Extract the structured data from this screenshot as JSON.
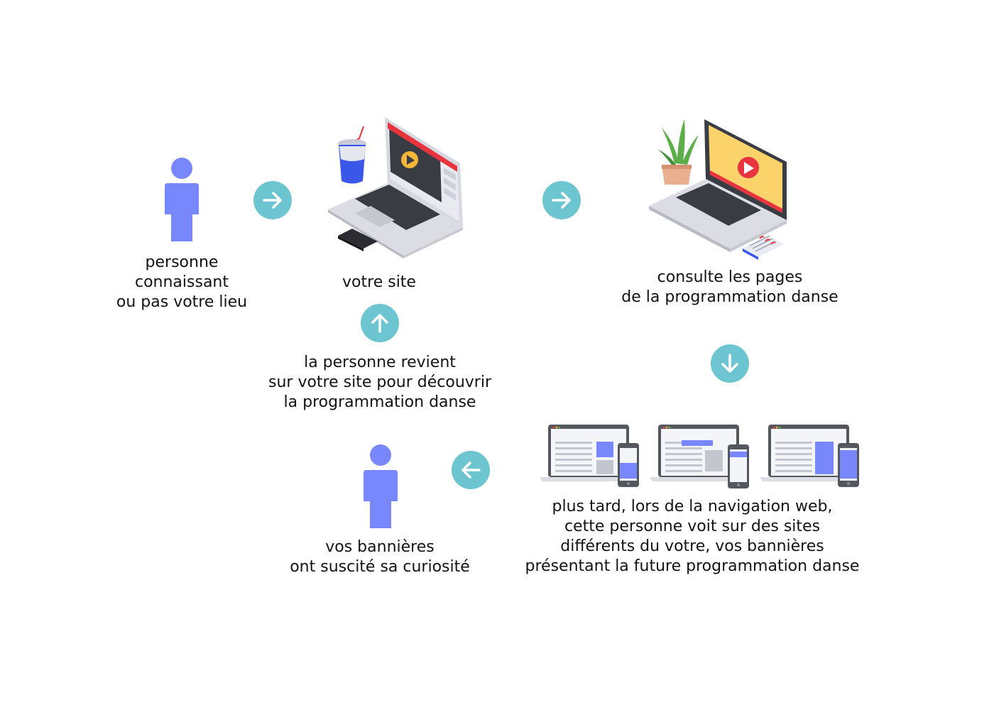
{
  "colors": {
    "person": "#7887fb",
    "arrow": "#6cc5d1",
    "laptop_body": "#dcdde4",
    "laptop_dark": "#3a3c44",
    "accent_red": "#e8343f",
    "screen_yellow": "#fcd26a",
    "banner": "#7887fb"
  },
  "icons": {
    "person": "person-icon",
    "arrow_right": "arrow-right-icon",
    "arrow_up": "arrow-up-icon",
    "arrow_down": "arrow-down-icon",
    "arrow_left": "arrow-left-icon",
    "laptop_video": "laptop-video-icon",
    "laptop_yellow": "laptop-yellow-icon",
    "devices": "devices-icon"
  },
  "steps": {
    "person": {
      "lines": [
        "personne",
        "connaissant",
        "ou pas votre lieu"
      ]
    },
    "site": {
      "lines": [
        "votre site"
      ]
    },
    "pages": {
      "lines": [
        "consulte les pages",
        "de la programmation danse"
      ]
    },
    "later": {
      "lines": [
        "plus tard, lors de la navigation web,",
        "cette personne voit sur des sites",
        "différents du votre, vos bannières",
        "présentant la future programmation danse"
      ]
    },
    "curiosity": {
      "lines": [
        "vos bannières",
        "ont suscité sa curiosité"
      ]
    },
    "return": {
      "lines": [
        "la personne revient",
        "sur votre site pour découvrir",
        "la programmation danse"
      ]
    }
  }
}
